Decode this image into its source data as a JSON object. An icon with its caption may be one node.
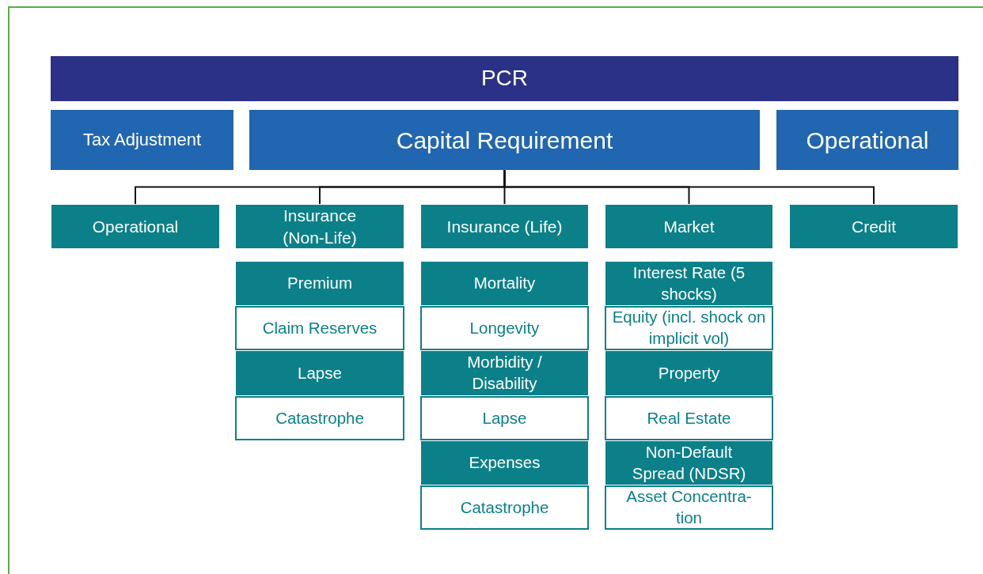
{
  "diagram": {
    "nodes": [
      {
        "text": [
          "PCR"
        ]
      },
      {
        "text": [
          "Tax Adjustment"
        ]
      },
      {
        "text": [
          "Capital Requirement"
        ]
      },
      {
        "text": [
          "Operational"
        ]
      },
      {
        "text": [
          "Operational"
        ]
      },
      {
        "text": [
          "Insurance (Non-Life)"
        ]
      },
      {
        "text": [
          "Insurance (Life)"
        ]
      },
      {
        "text": [
          "Market"
        ]
      },
      {
        "text": [
          "Credit"
        ]
      },
      {
        "text": [
          "Premium"
        ]
      },
      {
        "text": [
          "Claim Reserves"
        ]
      },
      {
        "text": [
          "Lapse"
        ]
      },
      {
        "text": [
          "Catastrophe"
        ]
      },
      {
        "text": [
          "Mortality"
        ]
      },
      {
        "text": [
          "Longevity"
        ]
      },
      {
        "text": [
          "Morbidity / Disability"
        ]
      },
      {
        "text": [
          "Lapse"
        ]
      },
      {
        "text": [
          "Expenses"
        ]
      },
      {
        "text": [
          "Catastrophe"
        ]
      },
      {
        "text": [
          "Interest Rate (5 shocks)"
        ]
      },
      {
        "text": [
          "Equity (incl. shock on implicit vol)"
        ]
      },
      {
        "text": [
          "Property"
        ]
      },
      {
        "text": [
          "Real Estate"
        ]
      },
      {
        "text": [
          "Non-Default Spread (NDSR)"
        ]
      },
      {
        "text": [
          "Asset Concentra-tion"
        ]
      }
    ],
    "edges": [
      {
        "from": 2,
        "to": 4,
        "arrow": "none"
      },
      {
        "from": 2,
        "to": 5,
        "arrow": "none"
      },
      {
        "from": 2,
        "to": 6,
        "arrow": "none"
      },
      {
        "from": 2,
        "to": 7,
        "arrow": "none"
      },
      {
        "from": 2,
        "to": 8,
        "arrow": "none"
      }
    ]
  }
}
